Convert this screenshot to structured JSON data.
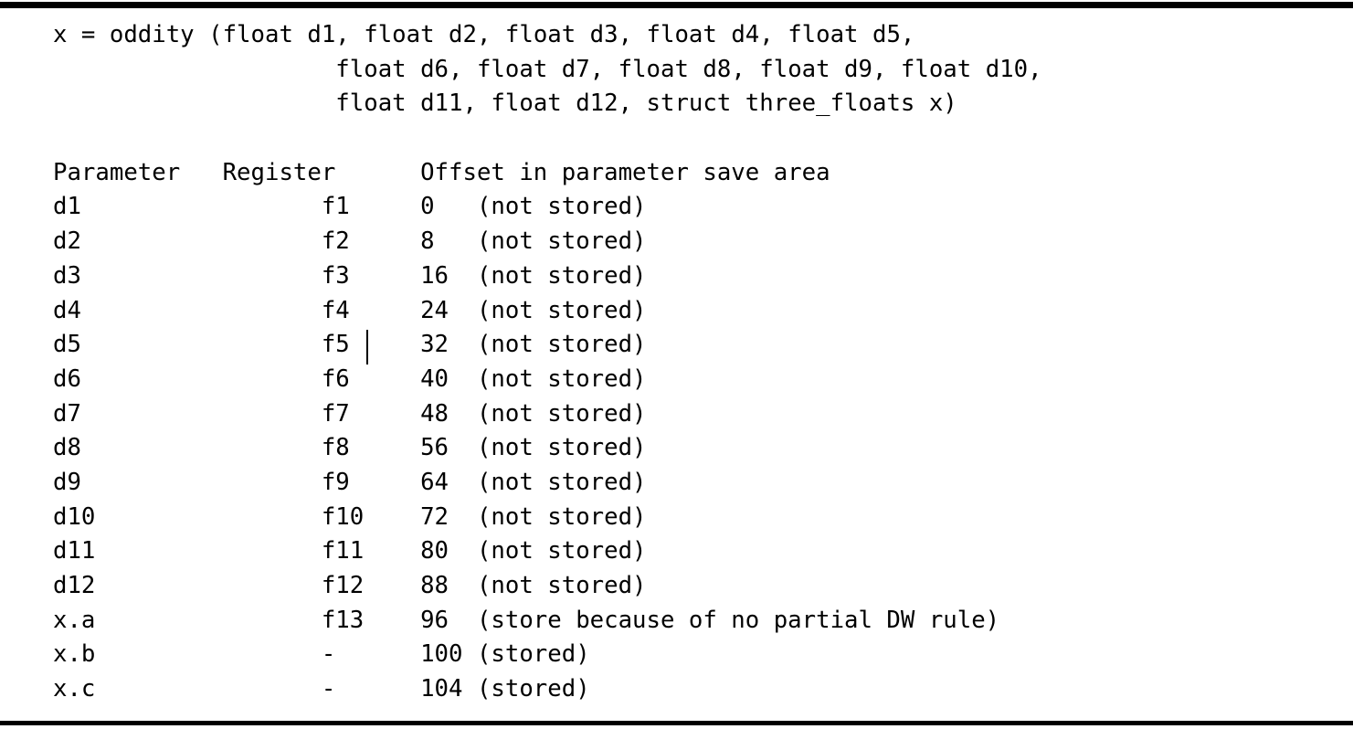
{
  "code_block": {
    "lines": [
      "x = oddity (float d1, float d2, float d3, float d4, float d5,",
      "                    float d6, float d7, float d8, float d9, float d10,",
      "                    float d11, float d12, struct three_floats x)"
    ]
  },
  "table": {
    "headers": {
      "parameter": "Parameter",
      "register": "Register",
      "offset": "Offset in parameter save area"
    },
    "rows": [
      {
        "parameter": "d1",
        "register": "f1",
        "offset": "0",
        "note": "(not stored)"
      },
      {
        "parameter": "d2",
        "register": "f2",
        "offset": "8",
        "note": "(not stored)"
      },
      {
        "parameter": "d3",
        "register": "f3",
        "offset": "16",
        "note": "(not stored)"
      },
      {
        "parameter": "d4",
        "register": "f4",
        "offset": "24",
        "note": "(not stored)"
      },
      {
        "parameter": "d5",
        "register": "f5",
        "offset": "32",
        "note": "(not stored)"
      },
      {
        "parameter": "d6",
        "register": "f6",
        "offset": "40",
        "note": "(not stored)"
      },
      {
        "parameter": "d7",
        "register": "f7",
        "offset": "48",
        "note": "(not stored)"
      },
      {
        "parameter": "d8",
        "register": "f8",
        "offset": "56",
        "note": "(not stored)"
      },
      {
        "parameter": "d9",
        "register": "f9",
        "offset": "64",
        "note": "(not stored)"
      },
      {
        "parameter": "d10",
        "register": "f10",
        "offset": "72",
        "note": "(not stored)"
      },
      {
        "parameter": "d11",
        "register": "f11",
        "offset": "80",
        "note": "(not stored)"
      },
      {
        "parameter": "d12",
        "register": "f12",
        "offset": "88",
        "note": "(not stored)"
      },
      {
        "parameter": "x.a",
        "register": "f13",
        "offset": "96",
        "note": "(store because of no partial DW rule)"
      },
      {
        "parameter": "x.b",
        "register": "-",
        "offset": "100",
        "note": "(stored)"
      },
      {
        "parameter": "x.c",
        "register": "-",
        "offset": "104",
        "note": "(stored)"
      }
    ]
  },
  "colors": {
    "background": "#ffffff",
    "text": "#000000",
    "rule": "#000000"
  }
}
